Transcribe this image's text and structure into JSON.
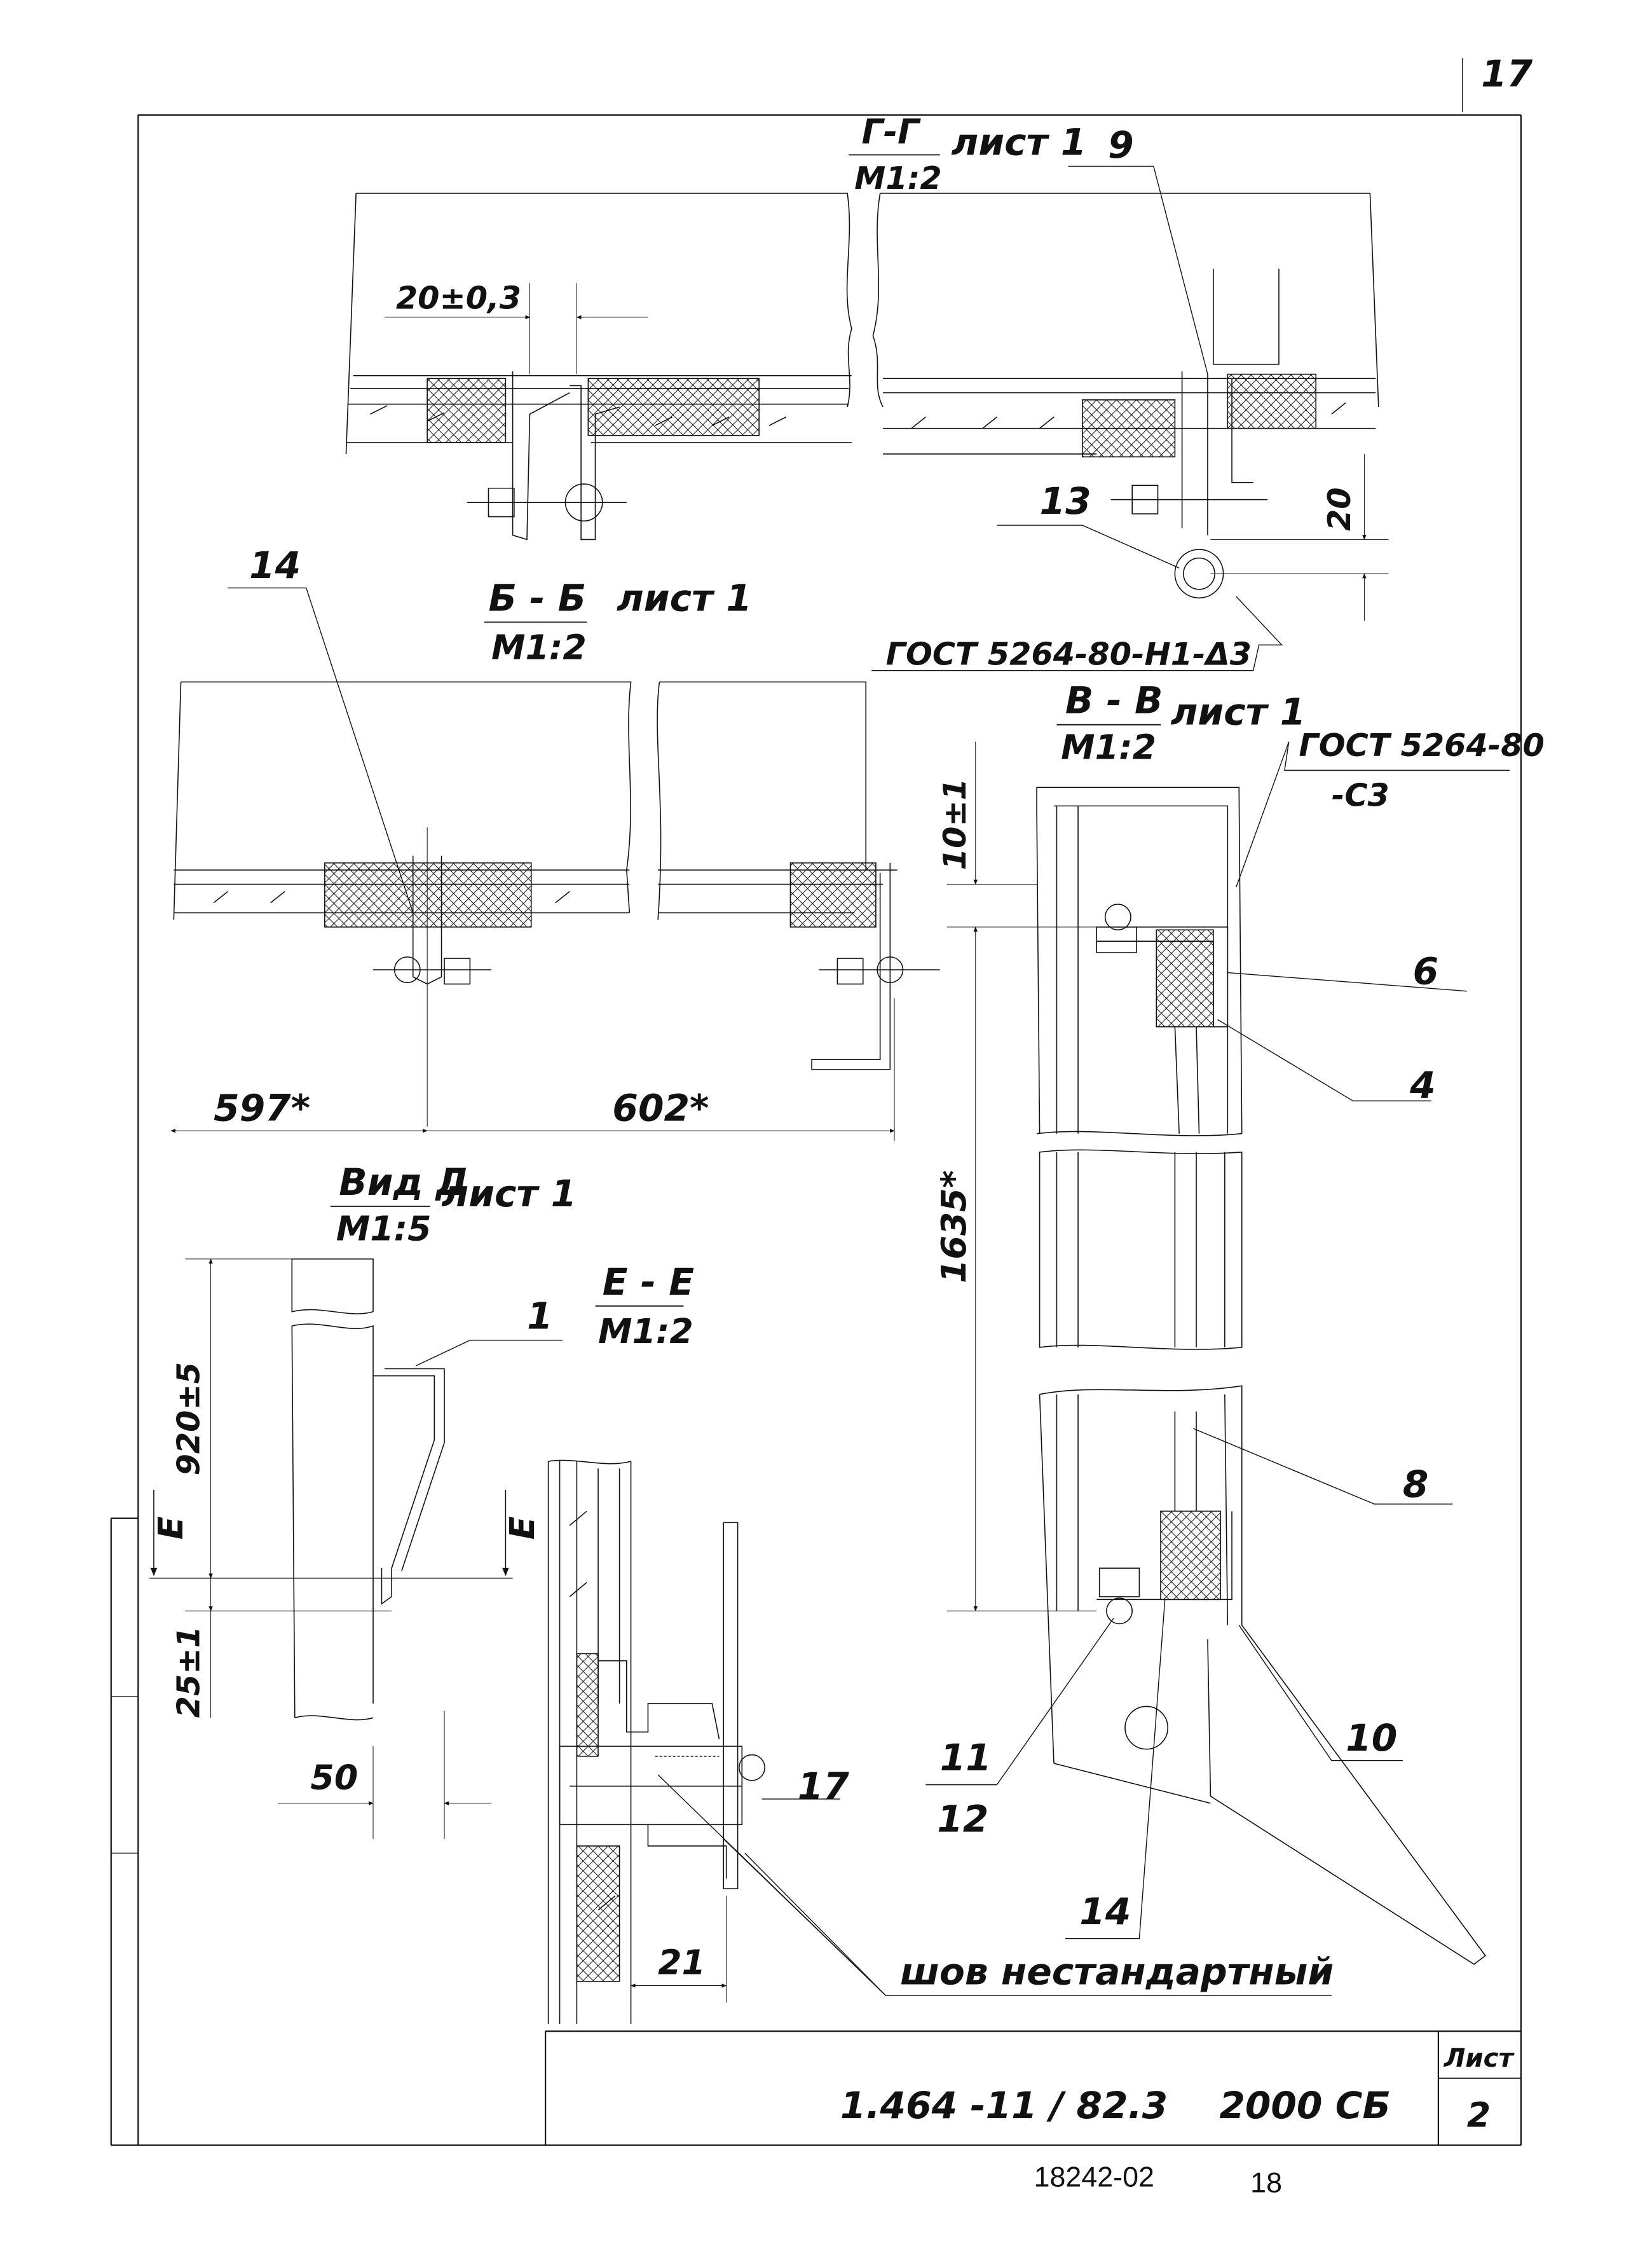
{
  "sheet": {
    "corner_page_number": "17",
    "archive_number": "18242-02",
    "footer_page_number": "18"
  },
  "title_block": {
    "sheet_label": "Лист",
    "sheet_number": "2",
    "designation": "1.464 -11 / 82.3    2000 СБ"
  },
  "views": {
    "g_g": {
      "title": "Г-Г",
      "sheet_ref": "лист 1",
      "scale": "М1:2"
    },
    "b_b": {
      "title": "Б - Б",
      "sheet_ref": "лист 1",
      "scale": "М1:2"
    },
    "v_v": {
      "title": "В - В",
      "sheet_ref": "лист 1",
      "scale": "М1:2"
    },
    "vid_d": {
      "title": "Вид Д",
      "sheet_ref": "лист 1",
      "scale": "М1:5"
    },
    "e_e": {
      "title": "Е - Е",
      "scale": "М1:2"
    }
  },
  "dimensions": {
    "gap_g_g": "20±0,3",
    "offset_20": "20",
    "left_597": "597*",
    "right_602": "602*",
    "top_10": "10±1",
    "height_1635": "1635*",
    "vid_920": "920±5",
    "vid_25": "25±1",
    "vid_50": "50",
    "e_e_21": "21"
  },
  "cut_marks": {
    "left": "Е",
    "right": "Е"
  },
  "welds": {
    "gost_n1": "ГОСТ 5264-80-Н1-Δ3",
    "gost_c3_line1": "ГОСТ 5264-80",
    "gost_c3_line2": "-С3",
    "nonstandard": "шов нестандартный"
  },
  "callouts": {
    "p1": "1",
    "p4": "4",
    "p6": "6",
    "p8": "8",
    "p9": "9",
    "p10": "10",
    "p11": "11",
    "p12": "12",
    "p13": "13",
    "p14_top": "14",
    "p14_bottom": "14",
    "p17": "17"
  }
}
